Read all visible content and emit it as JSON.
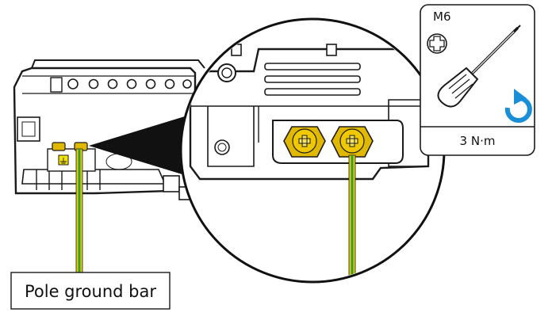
{
  "tool_panel": {
    "screw_size": "M6",
    "torque": "3 N·m",
    "screw_icon": "phillips-screw-icon",
    "tool_icon": "screwdriver-icon",
    "rotation_icon": "clockwise-rotate-icon",
    "rotation_color": "#1a8fd8"
  },
  "callout": {
    "ground_label": "Pole ground bar"
  },
  "colors": {
    "ground_wire_yellow": "#e6d200",
    "ground_wire_green": "#3a9a3a",
    "screw_gold": "#e0b800"
  }
}
